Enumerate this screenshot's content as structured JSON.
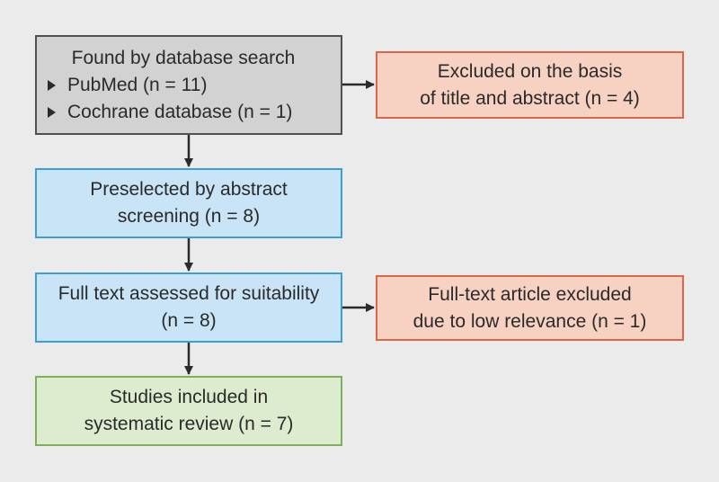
{
  "boxes": {
    "search": {
      "title": "Found by database search",
      "items": [
        "PubMed (n = 11)",
        "Cochrane database (n = 1)"
      ]
    },
    "excluded_title_abstract": {
      "line1": "Excluded on the basis",
      "line2": "of title and abstract (n = 4)"
    },
    "preselected": {
      "line1": "Preselected by abstract",
      "line2": "screening (n = 8)"
    },
    "fulltext_assessed": {
      "line1": "Full text assessed for suitability",
      "line2": "(n = 8)"
    },
    "excluded_fulltext": {
      "line1": "Full-text article excluded",
      "line2": "due to low relevance (n = 1)"
    },
    "included": {
      "line1": "Studies included in",
      "line2": "systematic review (n = 7)"
    }
  },
  "colors": {
    "background": "#ebebeb",
    "gray_box": "#d2d2d2",
    "excluded_box": "#f7d2c2",
    "excluded_border": "#d9684a",
    "process_box": "#c8e4f6",
    "process_border": "#3a9fd6",
    "included_box": "#ddeccf",
    "included_border": "#7cb15a",
    "arrow": "#2a2a2a"
  }
}
